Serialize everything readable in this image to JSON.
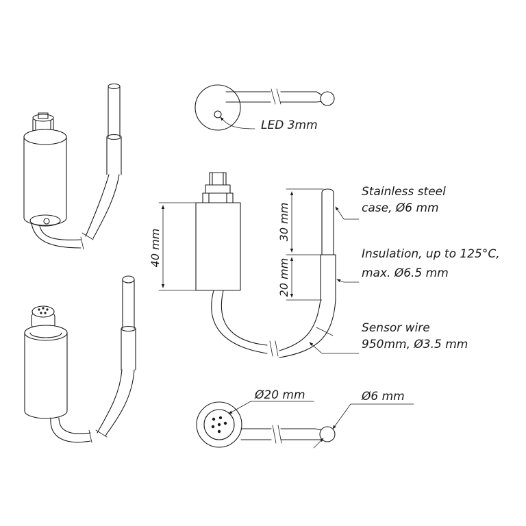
{
  "labels": {
    "led": "LED 3mm",
    "steel_line1": "Stainless steel",
    "steel_line2": "case, Ø6 mm",
    "insulation_line1": "Insulation, up to 125°C,",
    "insulation_line2": "max. Ø6.5 mm",
    "wire_line1": "Sensor wire",
    "wire_line2": "950mm, Ø3.5 mm",
    "connector_diameter": "Ø20 mm",
    "probe_diameter": "Ø6 mm"
  },
  "dimensions": {
    "housing_length": "40 mm",
    "steel_length": "30 mm",
    "insulation_length": "20 mm"
  }
}
